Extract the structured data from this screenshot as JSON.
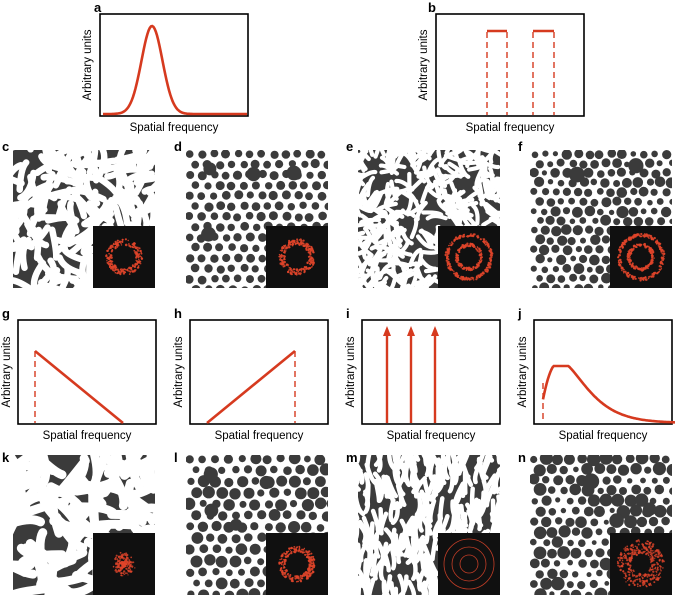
{
  "colors": {
    "curve": "#d63a1f",
    "pattern_dark": "#3b3b3b",
    "fft_bg": "#101010",
    "fft_ring": "#e0452a"
  },
  "plots": {
    "a": {
      "label": "a",
      "ylabel": "Arbitrary units",
      "xlabel": "Spatial frequency",
      "shape": "gaussian"
    },
    "b": {
      "label": "b",
      "ylabel": "Arbitrary units",
      "xlabel": "Spatial frequency",
      "shape": "two-flat-bands"
    },
    "g": {
      "label": "g",
      "ylabel": "Arbitrary units",
      "xlabel": "Spatial frequency",
      "shape": "decreasing-line"
    },
    "h": {
      "label": "h",
      "ylabel": "Arbitrary units",
      "xlabel": "Spatial frequency",
      "shape": "increasing-line"
    },
    "i": {
      "label": "i",
      "ylabel": "Arbitrary units",
      "xlabel": "Spatial frequency",
      "shape": "three-delta-spikes"
    },
    "j": {
      "label": "j",
      "ylabel": "Arbitrary units",
      "xlabel": "Spatial frequency",
      "shape": "skewed-peak"
    }
  },
  "patterns": {
    "c": {
      "label": "c",
      "kind": "labyrinth-medium",
      "fft": "single-ring"
    },
    "d": {
      "label": "d",
      "kind": "discs-uniform",
      "fft": "single-ring"
    },
    "e": {
      "label": "e",
      "kind": "labyrinth-fine",
      "fft": "double-ring"
    },
    "f": {
      "label": "f",
      "kind": "discs-mixed",
      "fft": "double-ring"
    },
    "k": {
      "label": "k",
      "kind": "labyrinth-coarse",
      "fft": "diffuse-disc"
    },
    "l": {
      "label": "l",
      "kind": "discs-varied",
      "fft": "single-ring"
    },
    "m": {
      "label": "m",
      "kind": "labyrinth-striped",
      "fft": "triple-thin-ring"
    },
    "n": {
      "label": "n",
      "kind": "discs-polydisperse",
      "fft": "broad-ring"
    }
  }
}
